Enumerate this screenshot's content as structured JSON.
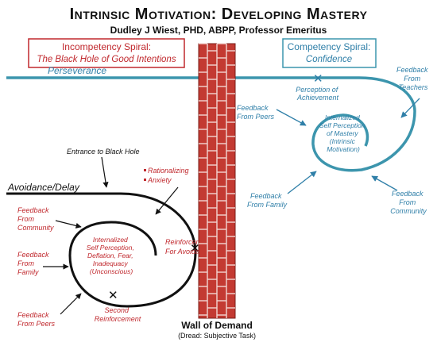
{
  "header": {
    "title": "Intrinsic Motivation: Developing Mastery",
    "author": "Dudley J Wiest, PHD, ABPP, Professor Emeritus"
  },
  "colors": {
    "red": "#c0282d",
    "teal": "#3c95ad",
    "blue": "#2f7fa8",
    "black": "#111111",
    "brick": "#c33a32"
  },
  "left": {
    "box_title": "Incompetency Spiral:",
    "box_subtitle": "The Black Hole of Good Intentions",
    "entrance": "Entrance to Black Hole",
    "rationalizing": "Rationalizing",
    "anxiety": "Anxiety",
    "avoidance": "Avoidance/Delay",
    "fb_community": [
      "Feedback",
      "From",
      "Community"
    ],
    "fb_family": [
      "Feedback",
      "From",
      "Family"
    ],
    "fb_peers": [
      "Feedback",
      "From Peers"
    ],
    "center": [
      "Internalized",
      "Self Perception,",
      "Deflation, Fear,",
      "Inadequacy",
      "(Unconscious)"
    ],
    "reinforcement": [
      "Reinforcement",
      "For Avoidance"
    ],
    "second": [
      "Second",
      "Reinforcement"
    ]
  },
  "right": {
    "box_title": "Competency Spiral:",
    "box_subtitle": "Confidence",
    "perseverance": "Perseverance",
    "perception": [
      "Perception of",
      "Achievement"
    ],
    "fb_teachers": [
      "Feedback",
      "From",
      "Teachers"
    ],
    "fb_peers": [
      "Feedback",
      "From Peers"
    ],
    "center": [
      "Internalized",
      "Self Perception",
      "of Mastery",
      "(Intrinsic",
      "Motivation)"
    ],
    "fb_family": [
      "Feedback",
      "From Family"
    ],
    "fb_community": [
      "Feedback",
      "From",
      "Community"
    ]
  },
  "wall": {
    "title": "Wall of Demand",
    "subtitle": "(Dread: Subjective Task)"
  }
}
